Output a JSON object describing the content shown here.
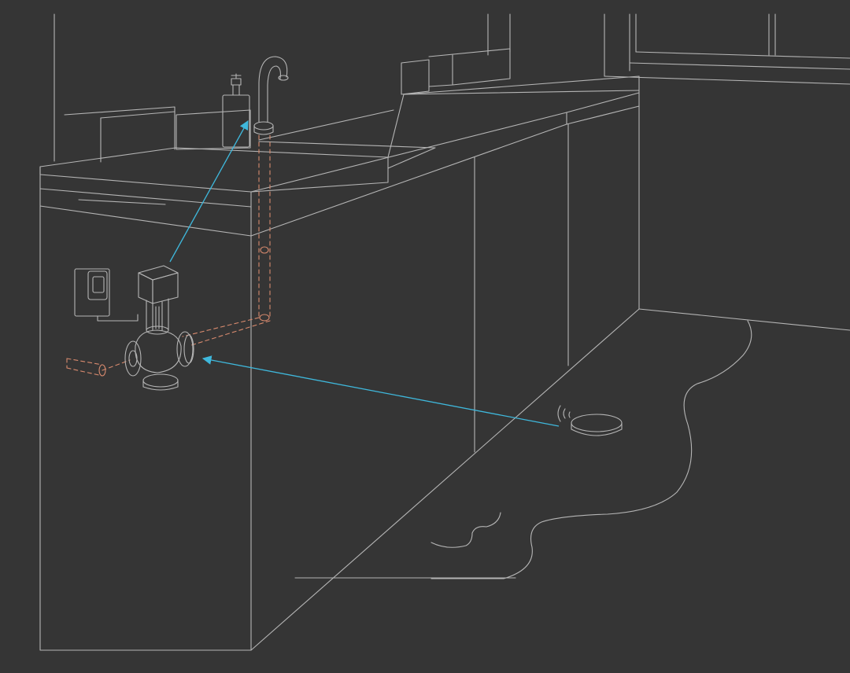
{
  "colors": {
    "background": "#353535",
    "line_art": "#b5b5b5",
    "water_pipe": "#d88a6e",
    "signal_arrow": "#3fb8dc"
  },
  "scene": {
    "elements": [
      "kitchen-counter",
      "sink",
      "faucet",
      "soap-dispenser",
      "wall-controller",
      "motorized-valve",
      "water-pipe",
      "floor-puddle",
      "water-leak-sensor"
    ],
    "signal_links": [
      {
        "from": "valve-actuator",
        "to": "faucet"
      },
      {
        "from": "water-leak-sensor",
        "to": "motorized-valve"
      }
    ]
  }
}
